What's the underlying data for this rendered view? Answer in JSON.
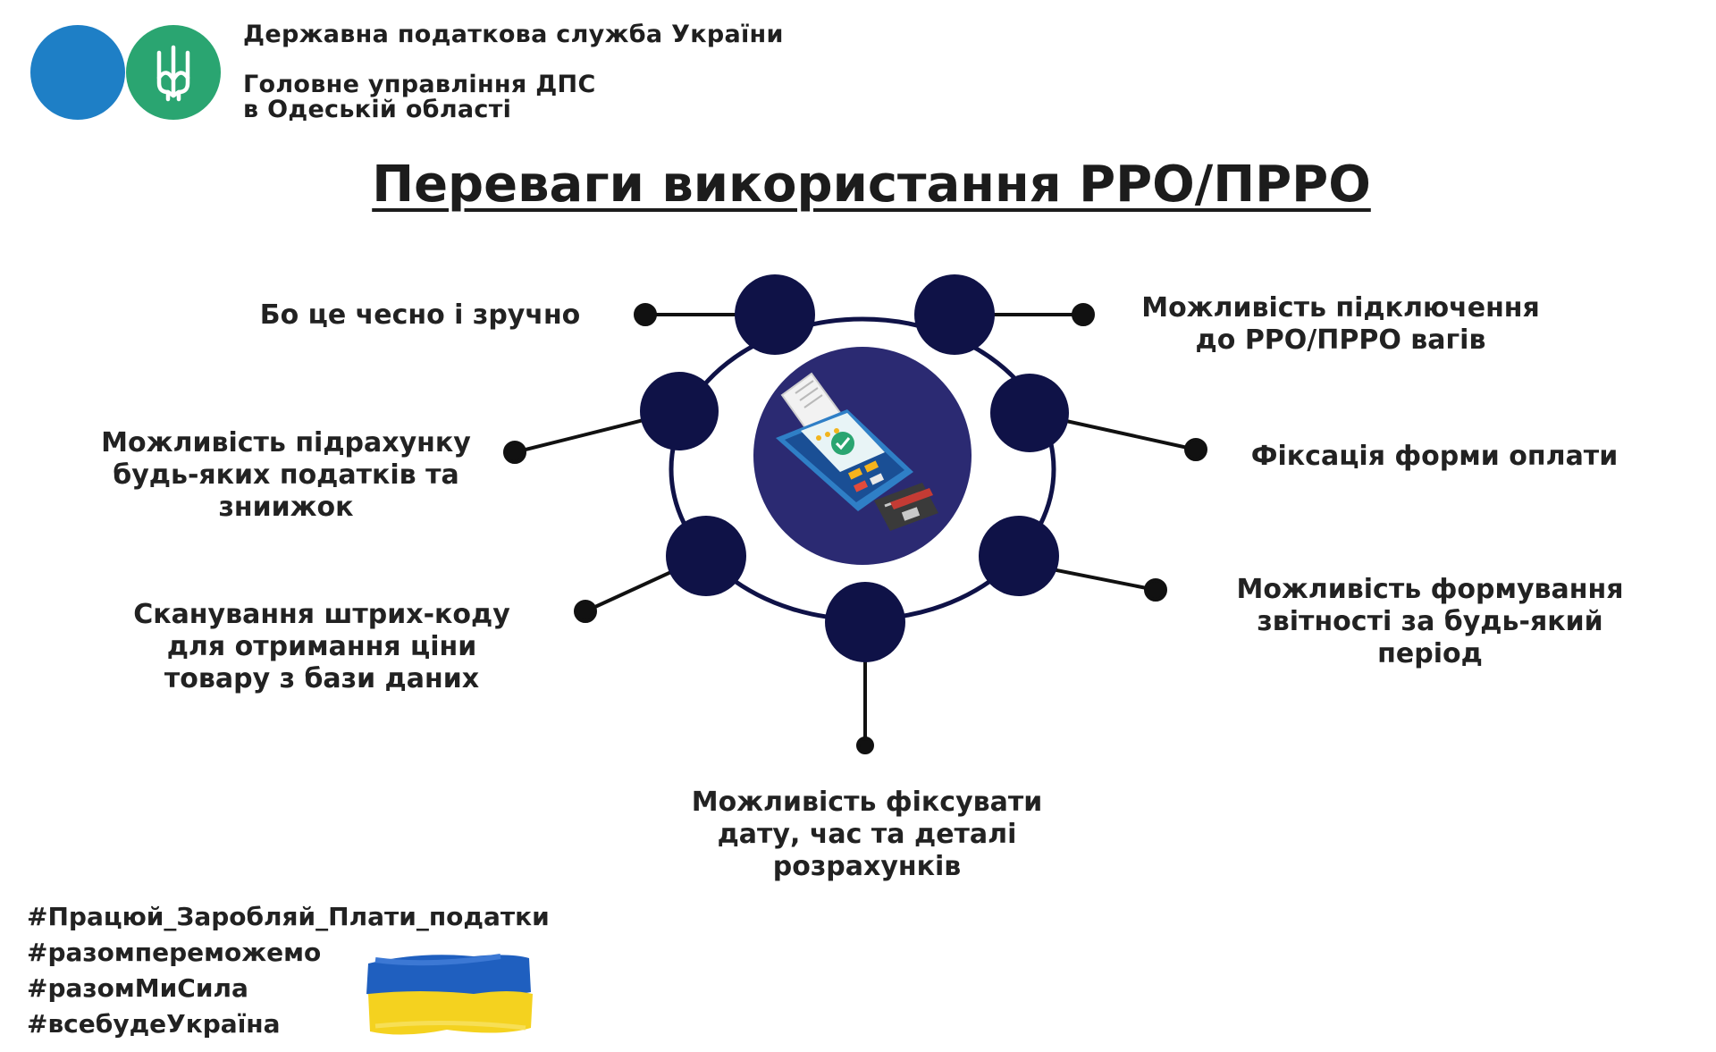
{
  "header": {
    "org_name": "Державна податкова служба України",
    "department_line1": "Головне управління ДПС",
    "department_line2": "в Одеській області",
    "logo_colors": {
      "blue": "#1e7fc6",
      "green": "#2aa571"
    }
  },
  "title": "Переваги використання РРО/ПРРО",
  "diagram": {
    "hub_color": "#0f1247",
    "center_icon": "pos-terminal-icon",
    "items": [
      {
        "id": "honest",
        "text": "Бо це чесно і зручно"
      },
      {
        "id": "scales",
        "text": "Можливість підключення\nдо РРО/ПРРО вагів"
      },
      {
        "id": "taxes",
        "text": "Можливість підрахунку\nбудь-яких податків та\nзниижок"
      },
      {
        "id": "payment",
        "text": "Фіксація форми оплати"
      },
      {
        "id": "barcode",
        "text": "Сканування штрих-коду\nдля отримання ціни\nтовару з бази даних"
      },
      {
        "id": "reports",
        "text": "Можливість формування\nзвітності  за будь-який\nперіод"
      },
      {
        "id": "datetime",
        "text": "Можливість фіксувати\nдату, час та деталі\nрозрахунків"
      }
    ]
  },
  "hashtags": [
    "#Працюй_Заробляй_Плати_податки",
    "#разомпереможемо",
    "#разомМиСила",
    "#всебудеУкраїна"
  ],
  "flag_colors": {
    "blue": "#1f5fbf",
    "yellow": "#f4d21f"
  }
}
